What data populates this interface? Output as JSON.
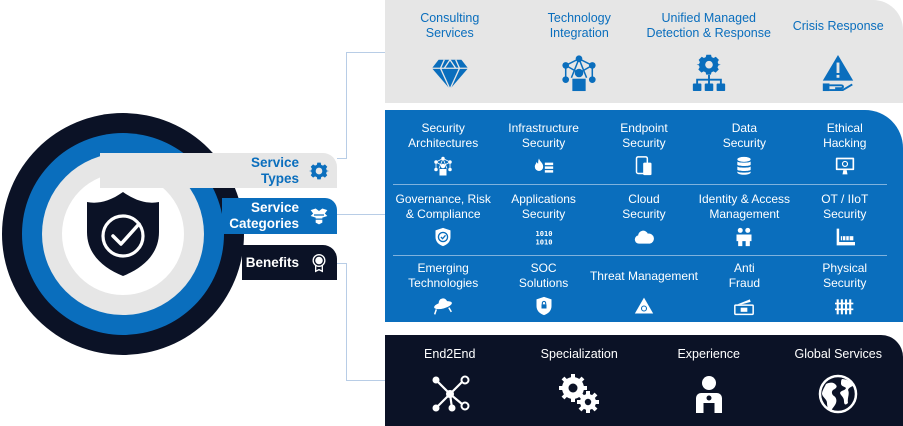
{
  "colors": {
    "navy": "#0b1226",
    "blue": "#0a6ebd",
    "light_gray": "#e6e6e6",
    "white": "#ffffff",
    "connector": "#b8cde6"
  },
  "hub": {
    "center_icon": "shield-check-icon",
    "tabs": [
      {
        "label_line1": "Service",
        "label_line2": "Types",
        "icon": "gear-icon"
      },
      {
        "label_line1": "Service",
        "label_line2": "Categories",
        "icon": "open-box-icon"
      },
      {
        "label_line1": "Benefits",
        "label_line2": "",
        "icon": "award-ribbon-icon"
      }
    ]
  },
  "service_types": {
    "items": [
      {
        "line1": "Consulting",
        "line2": "Services",
        "icon": "diamond-icon"
      },
      {
        "line1": "Technology",
        "line2": "Integration",
        "icon": "network-person-icon"
      },
      {
        "line1": "Unified Managed",
        "line2": "Detection & Response",
        "icon": "gear-hierarchy-icon"
      },
      {
        "line1": "Crisis Response",
        "line2": "",
        "icon": "warning-hand-icon"
      }
    ]
  },
  "service_categories": {
    "rows": [
      [
        {
          "line1": "Security",
          "line2": "Architectures",
          "icon": "network-person-icon"
        },
        {
          "line1": "Infrastructure",
          "line2": "Security",
          "icon": "firewall-icon"
        },
        {
          "line1": "Endpoint",
          "line2": "Security",
          "icon": "devices-icon"
        },
        {
          "line1": "Data",
          "line2": "Security",
          "icon": "database-icon"
        },
        {
          "line1": "Ethical",
          "line2": "Hacking",
          "icon": "biohazard-monitor-icon"
        }
      ],
      [
        {
          "line1": "Governance, Risk",
          "line2": "& Compliance",
          "icon": "shield-check-icon"
        },
        {
          "line1": "Applications",
          "line2": "Security",
          "icon": "binary-code-icon"
        },
        {
          "line1": "Cloud",
          "line2": "Security",
          "icon": "cloud-icon"
        },
        {
          "line1": "Identity & Access",
          "line2": "Management",
          "icon": "people-icon"
        },
        {
          "line1": "OT / IIoT",
          "line2": "Security",
          "icon": "factory-icon"
        }
      ],
      [
        {
          "line1": "Emerging",
          "line2": "Technologies",
          "icon": "ufo-icon"
        },
        {
          "line1": "SOC",
          "line2": "Solutions",
          "icon": "shield-lock-icon"
        },
        {
          "line1": "Threat Management",
          "line2": "",
          "icon": "biohazard-triangle-icon"
        },
        {
          "line1": "Anti",
          "line2": "Fraud",
          "icon": "cash-register-icon"
        },
        {
          "line1": "Physical",
          "line2": "Security",
          "icon": "fence-icon"
        }
      ]
    ]
  },
  "benefits": {
    "items": [
      {
        "label": "End2End",
        "icon": "hub-nodes-icon"
      },
      {
        "label": "Specialization",
        "icon": "gears-icon"
      },
      {
        "label": "Experience",
        "icon": "person-icon"
      },
      {
        "label": "Global Services",
        "icon": "globe-icon"
      }
    ]
  }
}
